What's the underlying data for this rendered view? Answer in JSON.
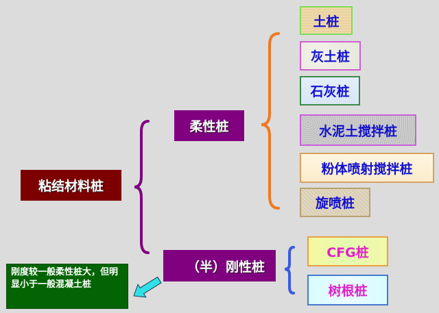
{
  "root": {
    "label": "粘结材料桩",
    "color": "#7d0000"
  },
  "branches": {
    "flexible": {
      "label": "柔性桩",
      "color": "#800080",
      "brace_color": "#f07820",
      "children": [
        {
          "label": "土桩"
        },
        {
          "label": "灰土桩"
        },
        {
          "label": "石灰桩"
        },
        {
          "label": "水泥土搅拌桩"
        },
        {
          "label": "粉体喷射搅拌桩"
        },
        {
          "label": "旋喷桩"
        }
      ]
    },
    "rigid": {
      "label": "（半）刚性桩",
      "color": "#800080",
      "brace_color": "#3a5ae0",
      "children": [
        {
          "label": "CFG桩"
        },
        {
          "label": "树根桩"
        }
      ]
    }
  },
  "root_brace_color": "#800080",
  "note": {
    "text": "刚度较一般柔性桩大，但明显小于一般混凝土桩",
    "color": "#036403",
    "arrow_color": "#30e0e8"
  }
}
